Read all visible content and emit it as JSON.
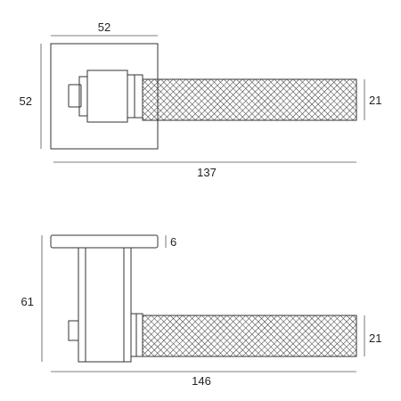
{
  "top_view": {
    "rose_width": "52",
    "rose_height": "52",
    "lever_thickness": "21",
    "total_length": "137"
  },
  "side_view": {
    "rose_thickness": "6",
    "height": "61",
    "lever_thickness": "21",
    "total_length": "146"
  },
  "colors": {
    "line": "#333333",
    "text": "#222222",
    "background": "#ffffff"
  }
}
